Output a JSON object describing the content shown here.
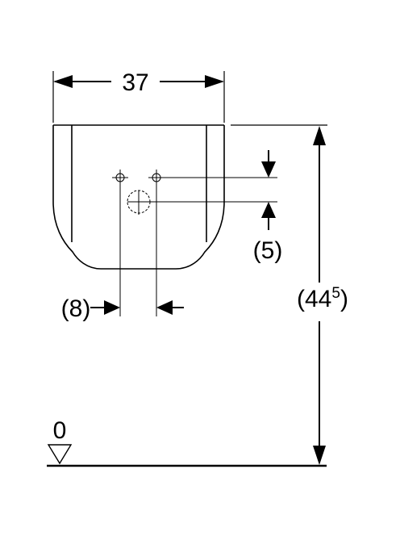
{
  "dimensions": {
    "width_label": "37",
    "total_height_label_main": "(44",
    "total_height_label_sup": "5",
    "total_height_label_close": ")",
    "hole_vertical_offset_label": "(5)",
    "hole_horizontal_offset_label": "(8)",
    "floor_level_label": "0"
  },
  "colors": {
    "line": "#000000",
    "background": "#ffffff"
  }
}
